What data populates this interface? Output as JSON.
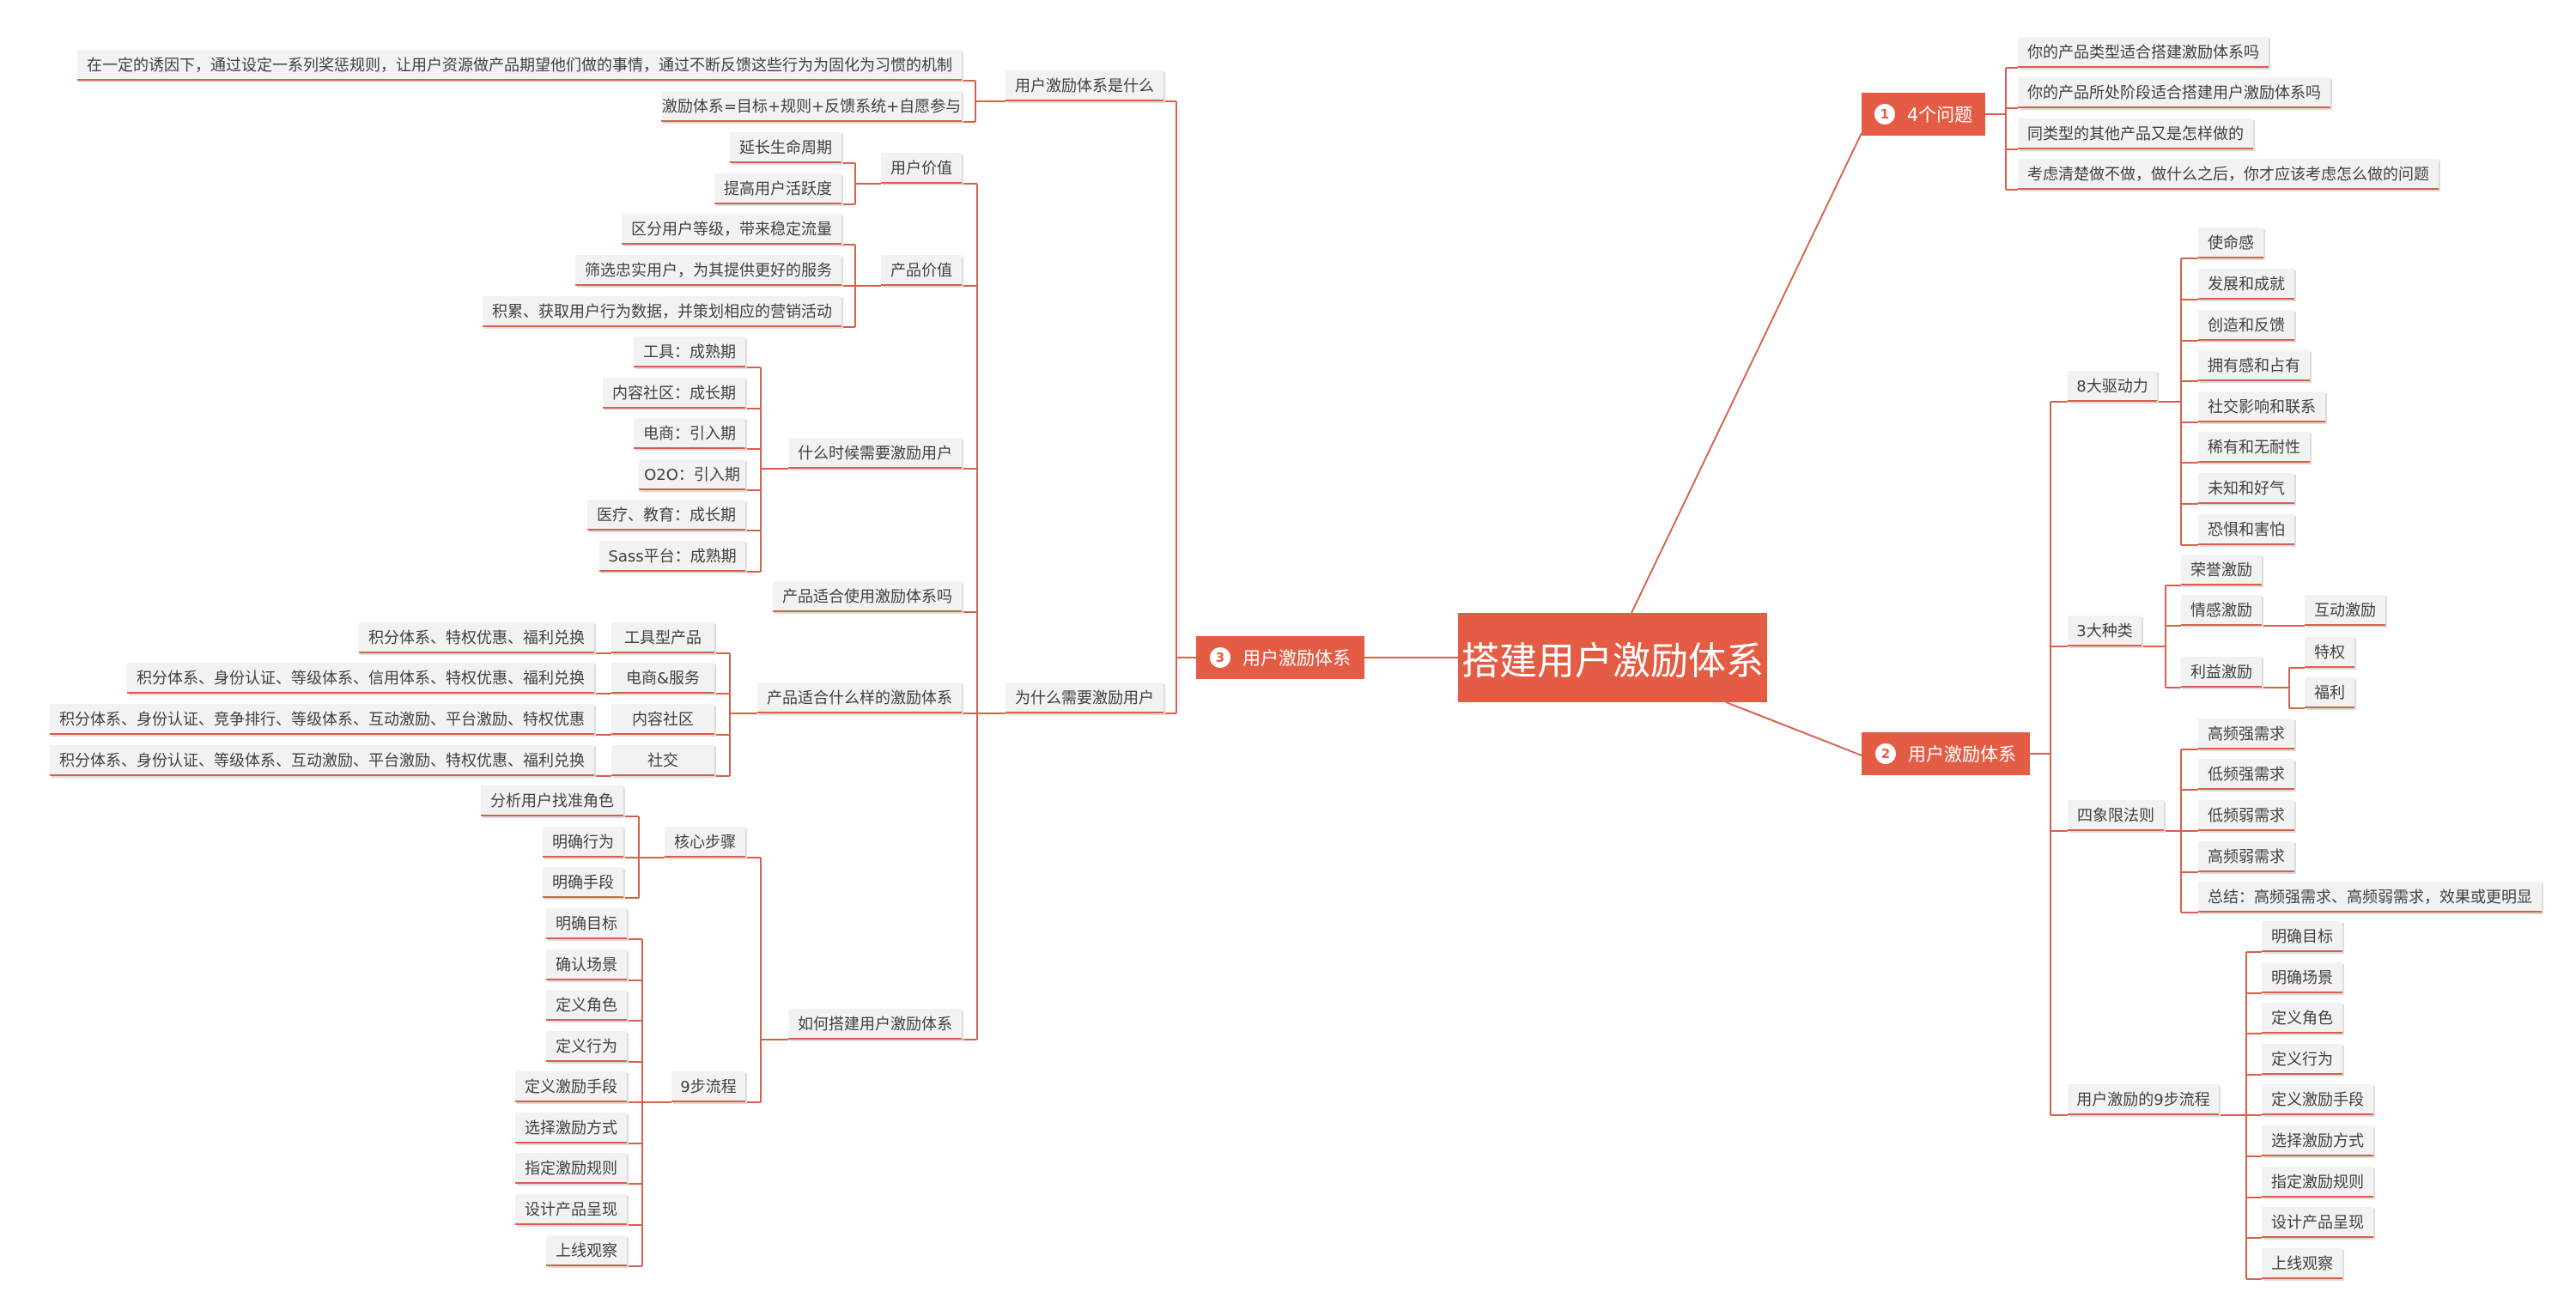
{
  "root": "搭建用户激励体系",
  "colors": {
    "accent": "#e55c45",
    "line": "#d8604a",
    "leaf_bg": "#f2f2f2"
  },
  "branch1": {
    "number": "1",
    "label": "4个问题",
    "items": [
      "你的产品类型适合搭建激励体系吗",
      "你的产品所处阶段适合搭建用户激励体系吗",
      "同类型的其他产品又是怎样做的",
      "考虑清楚做不做，做什么之后，你才应该考虑怎么做的问题"
    ]
  },
  "branch2": {
    "number": "2",
    "label": "用户激励体系",
    "drive": {
      "label": "8大驱动力",
      "items": [
        "使命感",
        "发展和成就",
        "创造和反馈",
        "拥有感和占有",
        "社交影响和联系",
        "稀有和无耐性",
        "未知和好气",
        "恐惧和害怕"
      ]
    },
    "types": {
      "label": "3大种类",
      "honor": "荣誉激励",
      "emotion": "情感激励",
      "interaction": "互动激励",
      "benefit": "利益激励",
      "privilege": "特权",
      "welfare": "福利"
    },
    "quadrant": {
      "label": "四象限法则",
      "items": [
        "高频强需求",
        "低频强需求",
        "低频弱需求",
        "高频弱需求",
        "总结：高频强需求、高频弱需求，效果或更明显"
      ]
    },
    "steps": {
      "label": "用户激励的9步流程",
      "items": [
        "明确目标",
        "明确场景",
        "定义角色",
        "定义行为",
        "定义激励手段",
        "选择激励方式",
        "指定激励规则",
        "设计产品呈现",
        "上线观察"
      ]
    }
  },
  "branch3": {
    "number": "3",
    "label": "用户激励体系",
    "what": {
      "label": "用户激励体系是什么",
      "definition": "在一定的诱因下，通过设定一系列奖惩规则，让用户资源做产品期望他们做的事情，通过不断反馈这些行为为固化为习惯的机制",
      "formula": "激励体系=目标+规则+反馈系统+自愿参与"
    },
    "why": {
      "label": "为什么需要激励用户",
      "user_value": {
        "label": "用户价值",
        "items": [
          "延长生命周期",
          "提高用户活跃度"
        ]
      },
      "product_value": {
        "label": "产品价值",
        "items": [
          "区分用户等级，带来稳定流量",
          "筛选忠实用户，为其提供更好的服务",
          "积累、获取用户行为数据，并策划相应的营销活动"
        ]
      },
      "when": {
        "label": "什么时候需要激励用户",
        "items": [
          "工具：成熟期",
          "内容社区：成长期",
          "电商：引入期",
          "O2O：引入期",
          "医疗、教育：成长期",
          "Sass平台：成熟期"
        ]
      },
      "suitable": {
        "label": "产品适合使用激励体系吗"
      },
      "which": {
        "label": "产品适合什么样的激励体系",
        "rows": [
          {
            "type": "工具型产品",
            "content": "积分体系、特权优惠、福利兑换"
          },
          {
            "type": "电商&服务",
            "content": "积分体系、身份认证、等级体系、信用体系、特权优惠、福利兑换"
          },
          {
            "type": "内容社区",
            "content": "积分体系、身份认证、竞争排行、等级体系、互动激励、平台激励、特权优惠"
          },
          {
            "type": "社交",
            "content": "积分体系、身份认证、等级体系、互动激励、平台激励、特权优惠、福利兑换"
          }
        ]
      },
      "how": {
        "label": "如何搭建用户激励体系",
        "core": {
          "label": "核心步骤",
          "items": [
            "分析用户找准角色",
            "明确行为",
            "明确手段"
          ]
        },
        "nine": {
          "label": "9步流程",
          "items": [
            "明确目标",
            "确认场景",
            "定义角色",
            "定义行为",
            "定义激励手段",
            "选择激励方式",
            "指定激励规则",
            "设计产品呈现",
            "上线观察"
          ]
        }
      }
    }
  }
}
